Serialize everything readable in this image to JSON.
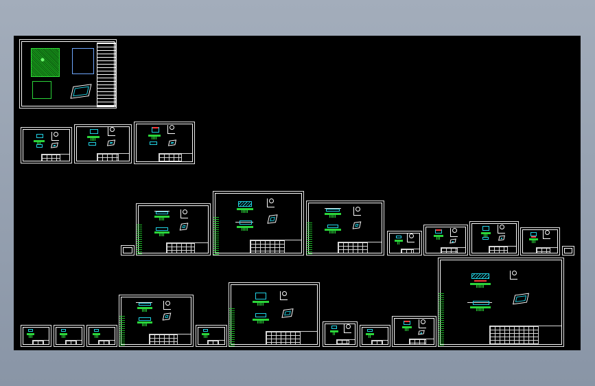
{
  "app": {
    "title": "",
    "colors": {
      "frame": "#8c97a7",
      "canvas": "#000000",
      "sheet_border": "#ffffff",
      "part_line": "#21d4e6",
      "fixture_green": "#2bd63a",
      "highlight_red": "#ff3b3b",
      "title_text": "#f5e65c"
    }
  },
  "sheets": [
    {
      "id": "assembly-overview",
      "label": ""
    },
    {
      "id": "process-card-1",
      "label": ""
    },
    {
      "id": "process-card-2",
      "label": ""
    },
    {
      "id": "process-card-3",
      "label": ""
    },
    {
      "id": "process-card-4",
      "label": ""
    },
    {
      "id": "process-card-5",
      "label": ""
    },
    {
      "id": "process-card-6",
      "label": ""
    },
    {
      "id": "process-card-7",
      "label": ""
    },
    {
      "id": "process-card-8",
      "label": ""
    },
    {
      "id": "process-card-9",
      "label": ""
    },
    {
      "id": "process-card-10",
      "label": ""
    },
    {
      "id": "process-card-11",
      "label": ""
    },
    {
      "id": "process-card-12",
      "label": ""
    },
    {
      "id": "process-card-13",
      "label": ""
    },
    {
      "id": "process-card-14",
      "label": ""
    },
    {
      "id": "process-card-15",
      "label": ""
    },
    {
      "id": "process-card-16",
      "label": ""
    },
    {
      "id": "process-card-17",
      "label": ""
    },
    {
      "id": "process-card-18",
      "label": ""
    },
    {
      "id": "process-card-19",
      "label": ""
    },
    {
      "id": "process-card-20",
      "label": ""
    }
  ]
}
